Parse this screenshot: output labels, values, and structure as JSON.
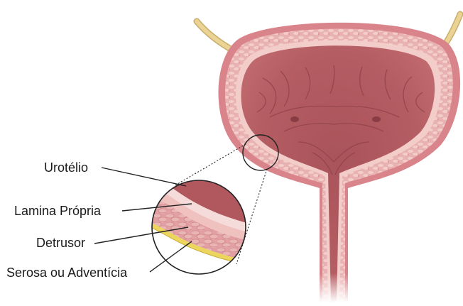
{
  "labels": {
    "urothelium": "Urotélio",
    "lamina_propria": "Lamina Própria",
    "detrusor": "Detrusor",
    "serosa": "Serosa ou Adventícia"
  },
  "colors": {
    "wall_outer": "#d9838a",
    "wall_mid": "#e9b2b2",
    "wall_texture": "#f1c8c6",
    "lumen": "#b1575e",
    "lumen_fold": "#9a474f",
    "ureter": "#e8cf95",
    "serosa_yellow": "#ecd55c",
    "leader_line": "#222222"
  }
}
